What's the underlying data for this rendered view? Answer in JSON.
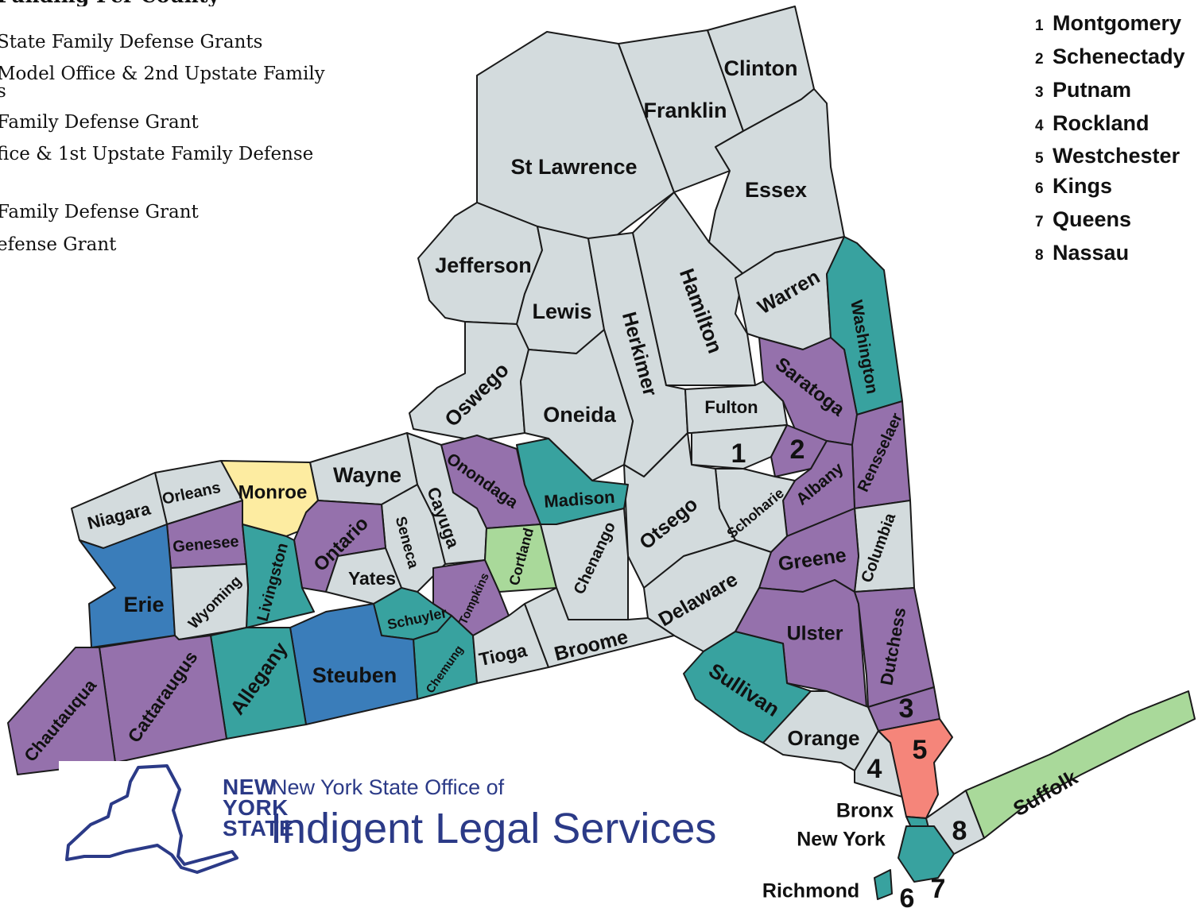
{
  "legend": {
    "title": "Funding Per County",
    "items": [
      "State Family Defense Grants",
      "Model Office & 2nd Upstate Family",
      "s",
      "Family Defense Grant",
      "fice & 1st Upstate Family Defense",
      "Family Defense Grant",
      "efense Grant"
    ]
  },
  "number_key": [
    {
      "num": "1",
      "name": "Montgomery"
    },
    {
      "num": "2",
      "name": "Schenectady"
    },
    {
      "num": "3",
      "name": "Putnam"
    },
    {
      "num": "4",
      "name": "Rockland"
    },
    {
      "num": "5",
      "name": "Westchester"
    },
    {
      "num": "6",
      "name": "Kings"
    },
    {
      "num": "7",
      "name": "Queens"
    },
    {
      "num": "8",
      "name": "Nassau"
    }
  ],
  "colors": {
    "gray": "#d3dbdd",
    "purple": "#9571ac",
    "teal": "#38a29f",
    "blue": "#3a7dba",
    "yellow": "#fdeca1",
    "green": "#a9d99a",
    "salmon": "#f5857a",
    "logo_blue": "#2b3a87"
  },
  "counties": {
    "clinton": "Clinton",
    "franklin": "Franklin",
    "st_lawrence": "St Lawrence",
    "essex": "Essex",
    "jefferson": "Jefferson",
    "lewis": "Lewis",
    "hamilton": "Hamilton",
    "herkimer": "Herkimer",
    "warren": "Warren",
    "washington": "Washington",
    "oswego": "Oswego",
    "oneida": "Oneida",
    "saratoga": "Saratoga",
    "fulton": "Fulton",
    "rensselaer": "Rensselaer",
    "onondaga": "Onondaga",
    "madison": "Madison",
    "otsego": "Otsego",
    "schoharie": "Schoharie",
    "albany": "Albany",
    "wayne": "Wayne",
    "cayuga": "Cayuga",
    "seneca": "Seneca",
    "monroe": "Monroe",
    "orleans": "Orleans",
    "niagara": "Niagara",
    "genesee": "Genesee",
    "ontario": "Ontario",
    "livingston": "Livingston",
    "yates": "Yates",
    "wyoming": "Wyoming",
    "erie": "Erie",
    "cortland": "Cortland",
    "chenango": "Chenango",
    "tompkins": "Tompkins",
    "schuyler": "Schuyler",
    "chemung": "Chemung",
    "tioga": "Tioga",
    "broome": "Broome",
    "delaware": "Delaware",
    "greene": "Greene",
    "columbia": "Columbia",
    "ulster": "Ulster",
    "dutchess": "Dutchess",
    "sullivan": "Sullivan",
    "orange": "Orange",
    "steuben": "Steuben",
    "allegany": "Allegany",
    "cattaraugus": "Cattaraugus",
    "chautauqua": "Chautauqua",
    "suffolk": "Suffolk",
    "bronx": "Bronx",
    "new_york": "New York",
    "richmond": "Richmond"
  },
  "map_numbers": {
    "n1": "1",
    "n2": "2",
    "n3": "3",
    "n4": "4",
    "n5": "5",
    "n6": "6",
    "n7": "7",
    "n8": "8"
  },
  "logo": {
    "state_line1": "NEW",
    "state_line2": "YORK",
    "state_line3": "STATE",
    "office_line": "New York State Office of",
    "name_line": "Indigent Legal Services"
  }
}
